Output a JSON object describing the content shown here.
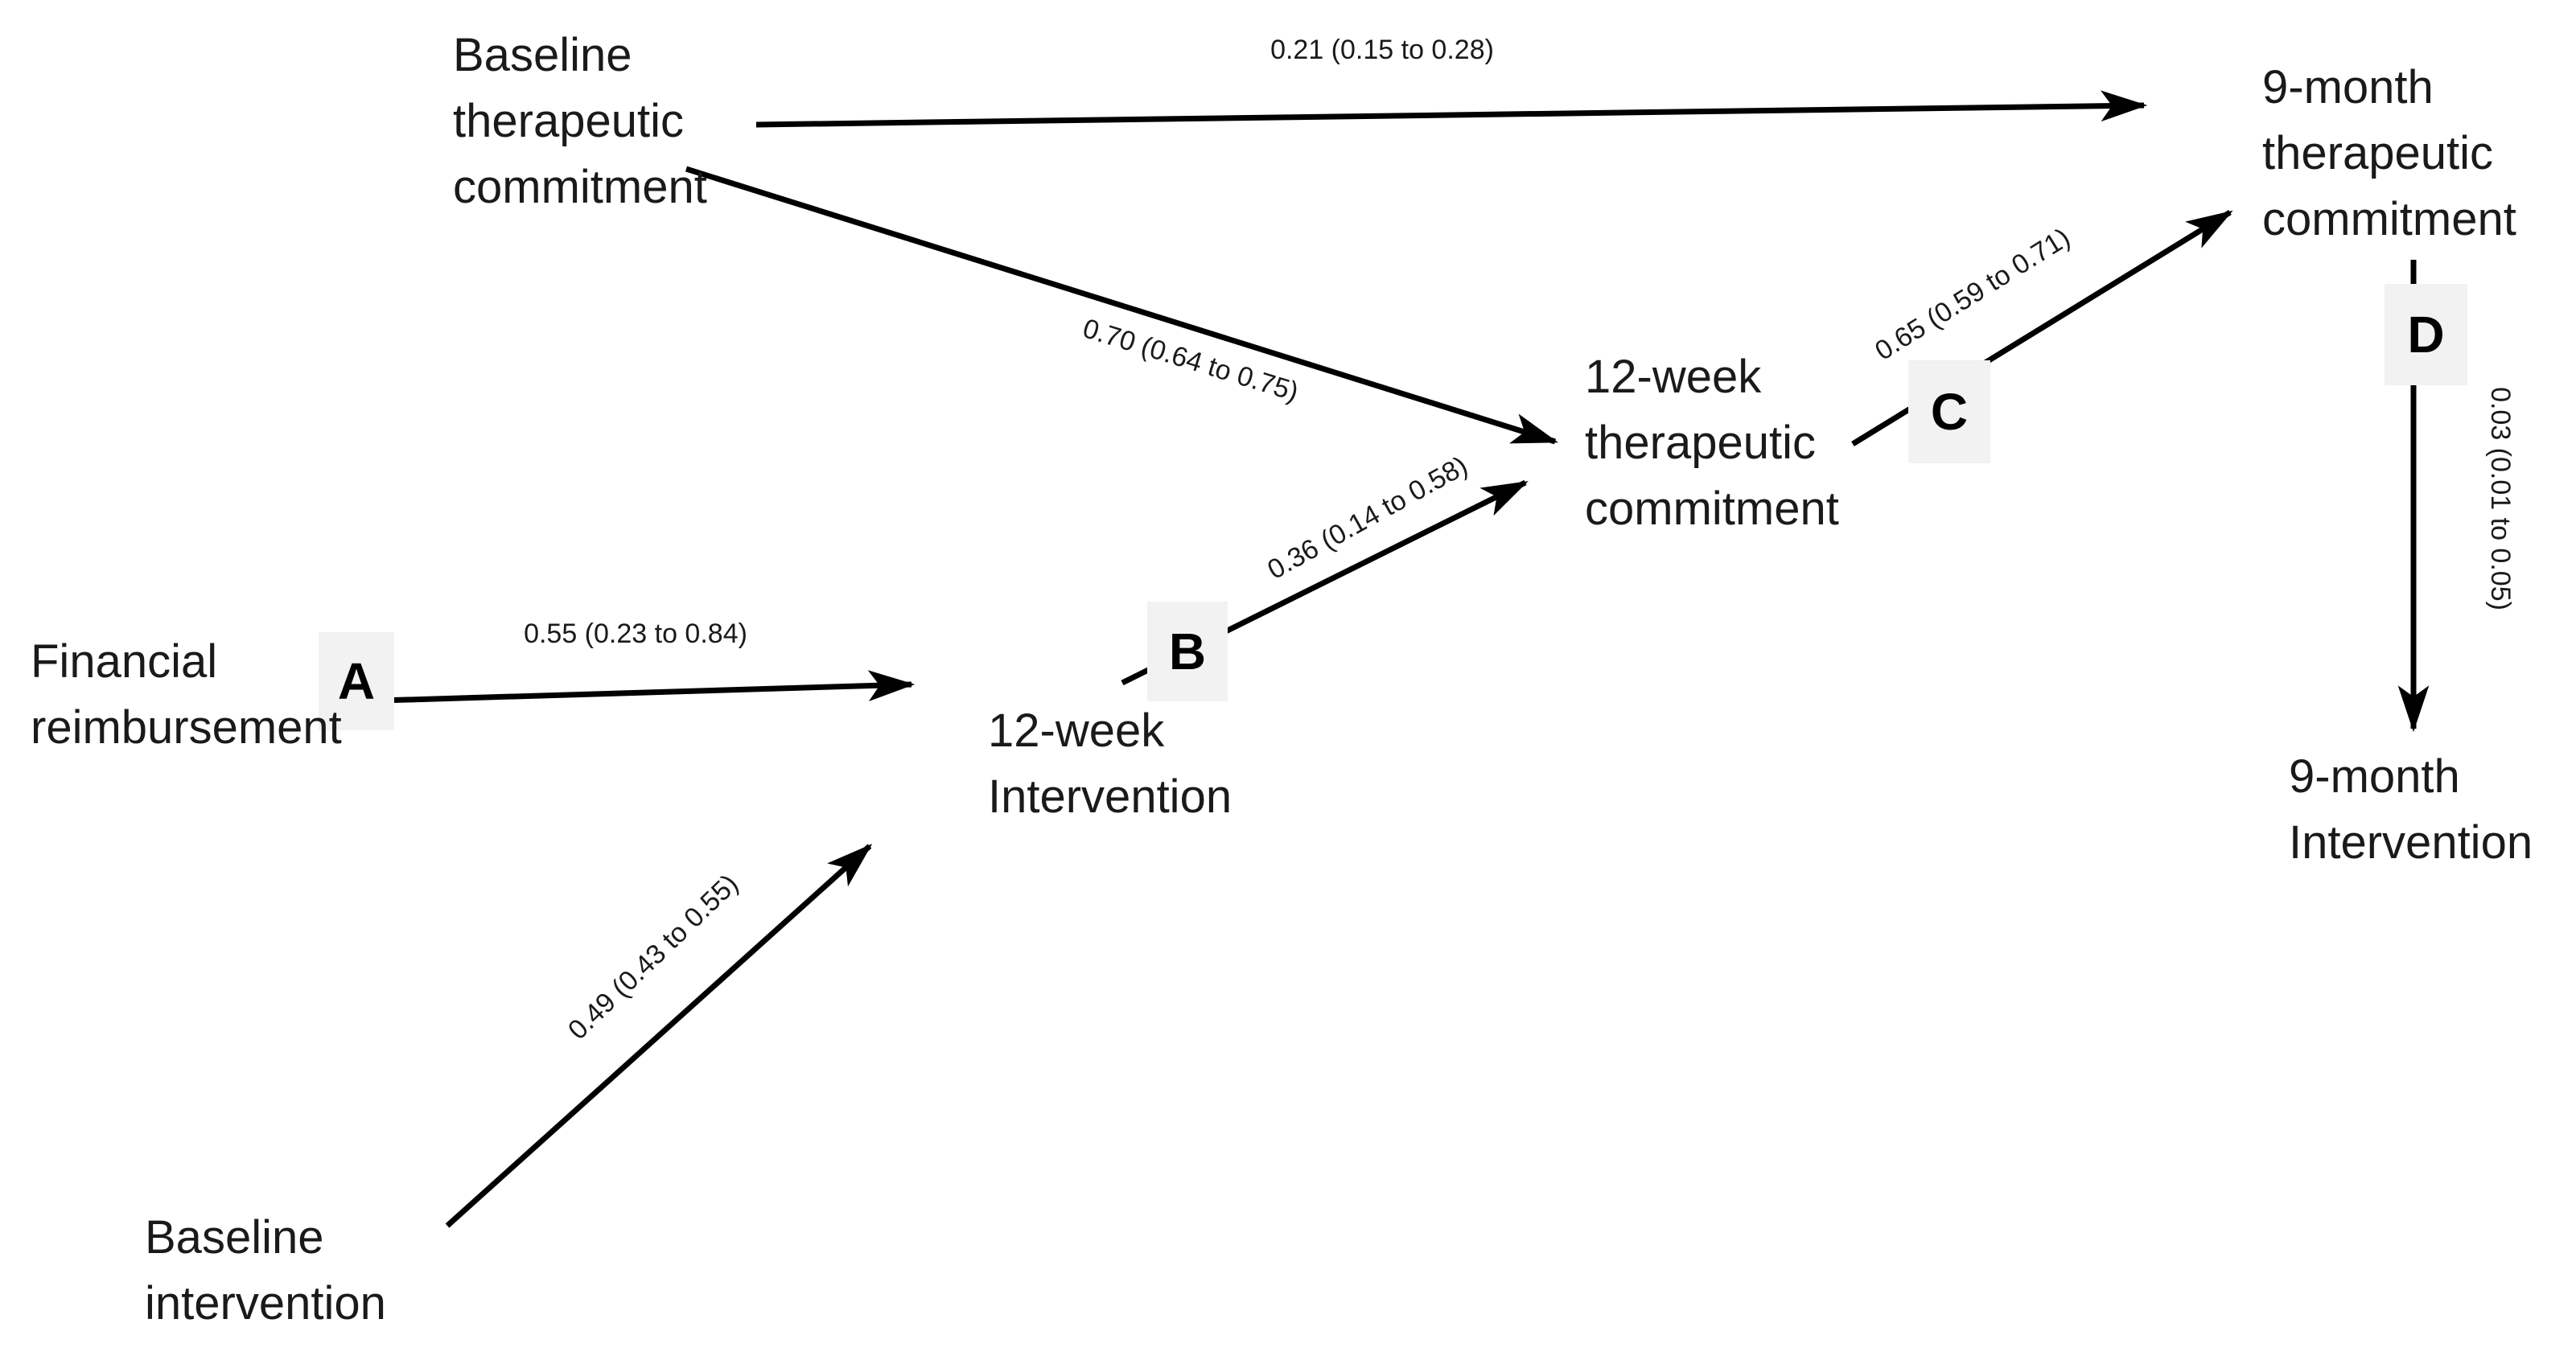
{
  "colors": {
    "background": "#ffffff",
    "text": "#1a1a1a",
    "arrow": "#000000",
    "letter_box": "#f2f2f2"
  },
  "nodes": {
    "baseline_tc": {
      "label": "Baseline\ntherapeutic\ncommitment"
    },
    "nine_month_tc": {
      "label": "9-month\ntherapeutic\ncommitment"
    },
    "twelve_week_tc": {
      "label": "12-week\ntherapeutic\ncommitment"
    },
    "financial": {
      "label": "Financial\nreimbursement"
    },
    "twelve_week_int": {
      "label": "12-week\nIntervention"
    },
    "baseline_int": {
      "label": "Baseline\nintervention"
    },
    "nine_month_int": {
      "label": "9-month\nIntervention"
    }
  },
  "edges": {
    "btc_9tc": {
      "from": "Baseline therapeutic commitment",
      "to": "9-month therapeutic commitment",
      "estimate": "0.21 (0.15 to 0.28)",
      "letter": ""
    },
    "btc_12tc": {
      "from": "Baseline therapeutic commitment",
      "to": "12-week therapeutic commitment",
      "estimate": "0.70 (0.64 to 0.75)",
      "letter": ""
    },
    "fin_12int": {
      "from": "Financial reimbursement",
      "to": "12-week Intervention",
      "estimate": "0.55 (0.23 to 0.84)",
      "letter": "A"
    },
    "i12_12tc": {
      "from": "12-week Intervention",
      "to": "12-week therapeutic commitment",
      "estimate": "0.36 (0.14 to 0.58)",
      "letter": "B"
    },
    "t12_9tc": {
      "from": "12-week therapeutic commitment",
      "to": "9-month therapeutic commitment",
      "estimate": "0.65 (0.59 to 0.71)",
      "letter": "C"
    },
    "t9_9int": {
      "from": "9-month therapeutic commitment",
      "to": "9-month Intervention",
      "estimate": "0.03 (0.01 to 0.05)",
      "letter": "D"
    },
    "bint_12int": {
      "from": "Baseline intervention",
      "to": "12-week Intervention",
      "estimate": "0.49 (0.43 to 0.55)",
      "letter": ""
    }
  }
}
